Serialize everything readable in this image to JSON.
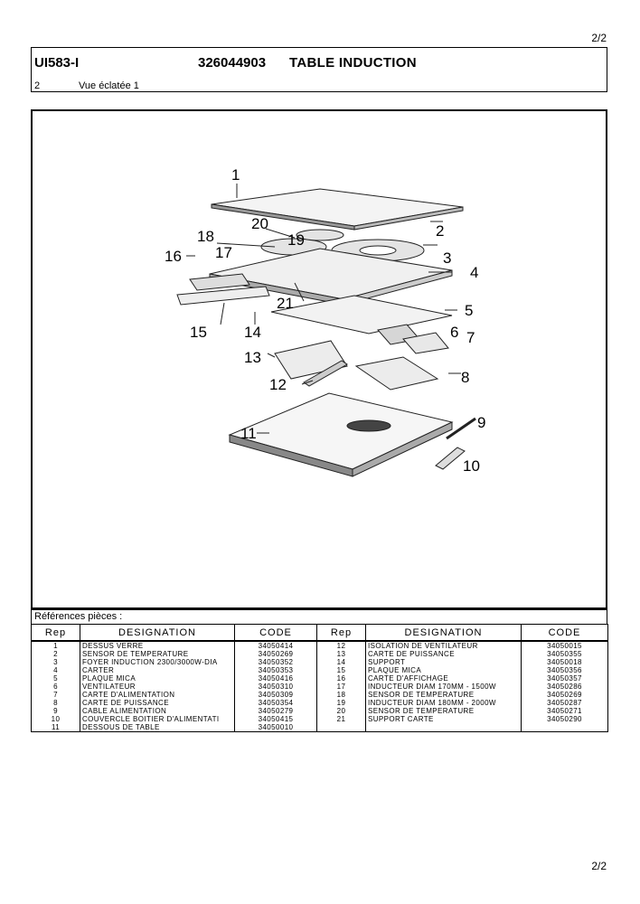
{
  "page_number_top": "2/2",
  "page_number_bottom": "2/2",
  "header": {
    "model": "UI583-I",
    "reference": "326044903",
    "product": "TABLE INDUCTION",
    "view_number": "2",
    "view_label": "Vue éclatée 1"
  },
  "drawing": {
    "callouts": [
      "1",
      "2",
      "3",
      "4",
      "5",
      "6",
      "7",
      "8",
      "9",
      "10",
      "11",
      "12",
      "13",
      "14",
      "15",
      "16",
      "17",
      "18",
      "19",
      "20",
      "21"
    ]
  },
  "parts": {
    "title": "Références pièces  :",
    "headers": [
      "Rep",
      "DESIGNATION",
      "CODE",
      "Rep",
      "DESIGNATION",
      "CODE"
    ],
    "rows": [
      [
        "1",
        "DESSUS VERRE",
        "34050414",
        "12",
        "ISOLATION DE VENTILATEUR",
        "34050015"
      ],
      [
        "2",
        "SENSOR DE TEMPERATURE",
        "34050269",
        "13",
        "CARTE DE PUISSANCE",
        "34050355"
      ],
      [
        "3",
        "FOYER INDUCTION 2300/3000W-DIA",
        "34050352",
        "14",
        "SUPPORT",
        "34050018"
      ],
      [
        "4",
        "CARTER",
        "34050353",
        "15",
        "PLAQUE MICA",
        "34050356"
      ],
      [
        "5",
        "PLAQUE MICA",
        "34050416",
        "16",
        "CARTE D'AFFICHAGE",
        "34050357"
      ],
      [
        "6",
        "VENTILATEUR",
        "34050310",
        "17",
        "INDUCTEUR DIAM 170MM - 1500W",
        "34050286"
      ],
      [
        "7",
        "CARTE D'ALIMENTATION",
        "34050309",
        "18",
        "SENSOR DE TEMPERATURE",
        "34050269"
      ],
      [
        "8",
        "CARTE DE PUISSANCE",
        "34050354",
        "19",
        "INDUCTEUR DIAM 180MM - 2000W",
        "34050287"
      ],
      [
        "9",
        "CABLE ALIMENTATION",
        "34050279",
        "20",
        "SENSOR DE TEMPERATURE",
        "34050271"
      ],
      [
        "10",
        "COUVERCLE BOITIER D'ALIMENTATI",
        "34050415",
        "21",
        "SUPPORT CARTE",
        "34050290"
      ],
      [
        "11",
        "DESSOUS DE TABLE",
        "34050010",
        "",
        "",
        ""
      ]
    ]
  }
}
